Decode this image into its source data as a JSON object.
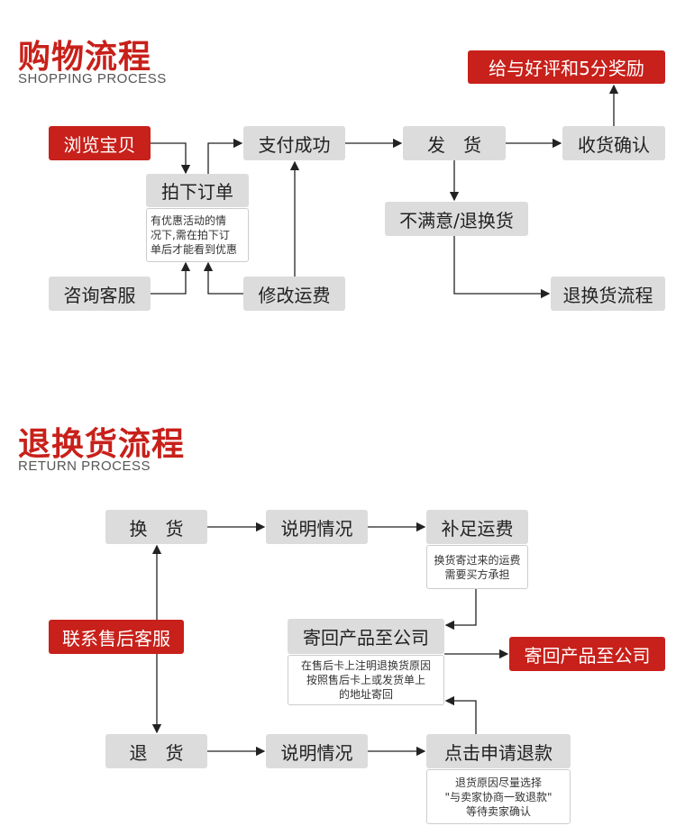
{
  "shopping": {
    "title": "购物流程",
    "subtitle": "SHOPPING PROCESS",
    "browse": "浏览宝贝",
    "order": "拍下订单",
    "order_note": [
      "有优惠活动的情",
      "况下,需在拍下订",
      "单后才能看到优惠"
    ],
    "paid": "支付成功",
    "consult": "咨询客服",
    "modify_fee": "修改运费",
    "ship": "发　货",
    "receive": "收货确认",
    "review": "给与好评和5分奖励",
    "unsatisfied": "不满意/退换货",
    "return_flow": "退换货流程"
  },
  "returns": {
    "title": "退换货流程",
    "subtitle": "RETURN PROCESS",
    "exchange": "换　货",
    "explain1": "说明情况",
    "pay_fee": "补足运费",
    "pay_fee_note": [
      "换货寄过来的运费",
      "需要买方承担"
    ],
    "contact": "联系售后客服",
    "send_back": "寄回产品至公司",
    "send_back_note": [
      "在售后卡上注明退换货原因",
      "按照售后卡上或发货单上",
      "的地址寄回"
    ],
    "send_back_final": "寄回产品至公司",
    "refund": "退　货",
    "explain2": "说明情况",
    "apply_refund": "点击申请退款",
    "apply_refund_note": [
      "退货原因尽量选择",
      "\"与卖家协商一致退款\"",
      "等待卖家确认"
    ]
  },
  "colors": {
    "accent": "#c8201a",
    "box": "#dcdcdc"
  }
}
